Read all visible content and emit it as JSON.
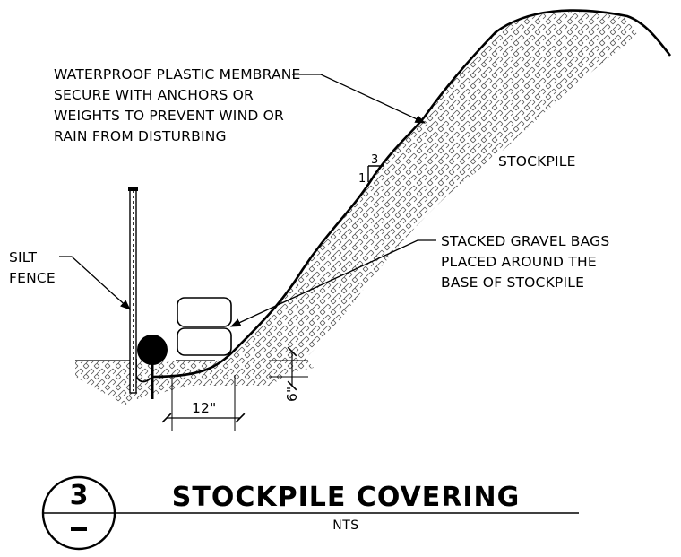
{
  "labels": {
    "membrane": [
      "WATERPROOF PLASTIC MEMBRANE",
      "SECURE WITH ANCHORS OR",
      "WEIGHTS TO PREVENT WIND OR",
      "RAIN FROM DISTURBING"
    ],
    "stockpile": "STOCKPILE",
    "gravel_bags": [
      "STACKED GRAVEL BAGS",
      "PLACED AROUND THE",
      "BASE OF STOCKPILE"
    ],
    "silt_fence": [
      "SILT",
      "FENCE"
    ],
    "slope_rise": "1",
    "slope_run": "3",
    "dim_horizontal": "12\"",
    "dim_vertical": "6\""
  },
  "title_block": {
    "number": "3",
    "title": "STOCKPILE COVERING",
    "scale": "NTS"
  }
}
